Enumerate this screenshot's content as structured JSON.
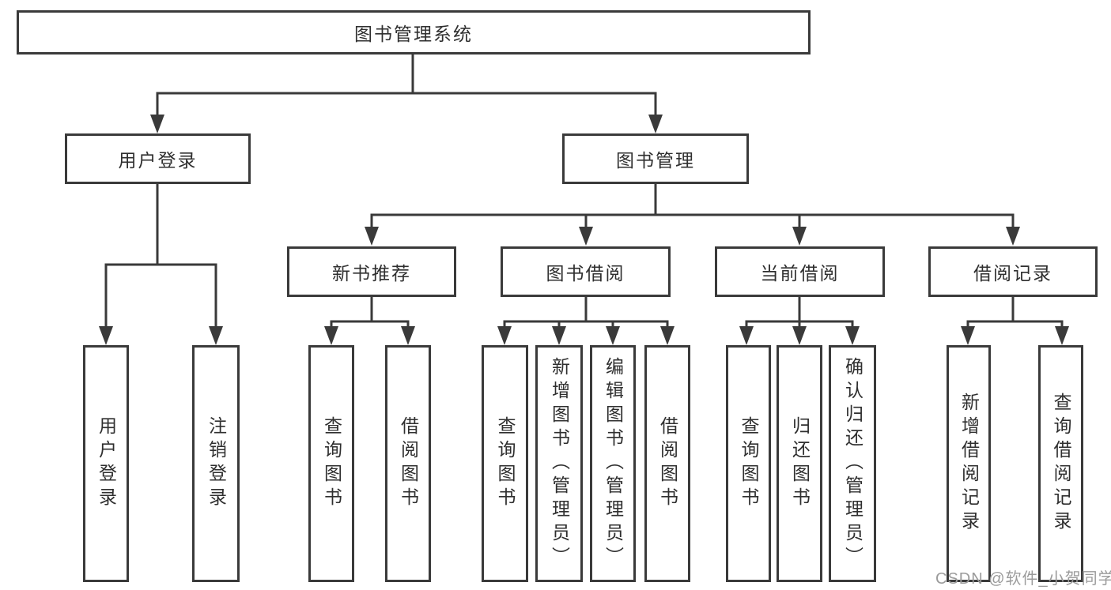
{
  "diagram": {
    "title": "图书管理系统",
    "branches": {
      "user": {
        "label": "用户登录",
        "children": [
          {
            "label": "用户登录"
          },
          {
            "label": "注销登录"
          }
        ]
      },
      "books": {
        "label": "图书管理",
        "sections": [
          {
            "label": "新书推荐",
            "children": [
              {
                "label": "查询图书"
              },
              {
                "label": "借阅图书"
              }
            ]
          },
          {
            "label": "图书借阅",
            "children": [
              {
                "label": "查询图书"
              },
              {
                "label": "新增图书（管理员）"
              },
              {
                "label": "编辑图书（管理员）"
              },
              {
                "label": "借阅图书"
              }
            ]
          },
          {
            "label": "当前借阅",
            "children": [
              {
                "label": "查询图书"
              },
              {
                "label": "归还图书"
              },
              {
                "label": "确认归还（管理员）"
              }
            ]
          },
          {
            "label": "借阅记录",
            "children": [
              {
                "label": "新增借阅记录"
              },
              {
                "label": "查询借阅记录"
              }
            ]
          }
        ]
      }
    }
  },
  "watermark": {
    "text": "CSDN @软件_小贺同学"
  },
  "colors": {
    "line": "#3a3a3a",
    "text": "#2f2f2f",
    "watermark": "#9b9b9b",
    "background": "#ffffff"
  }
}
